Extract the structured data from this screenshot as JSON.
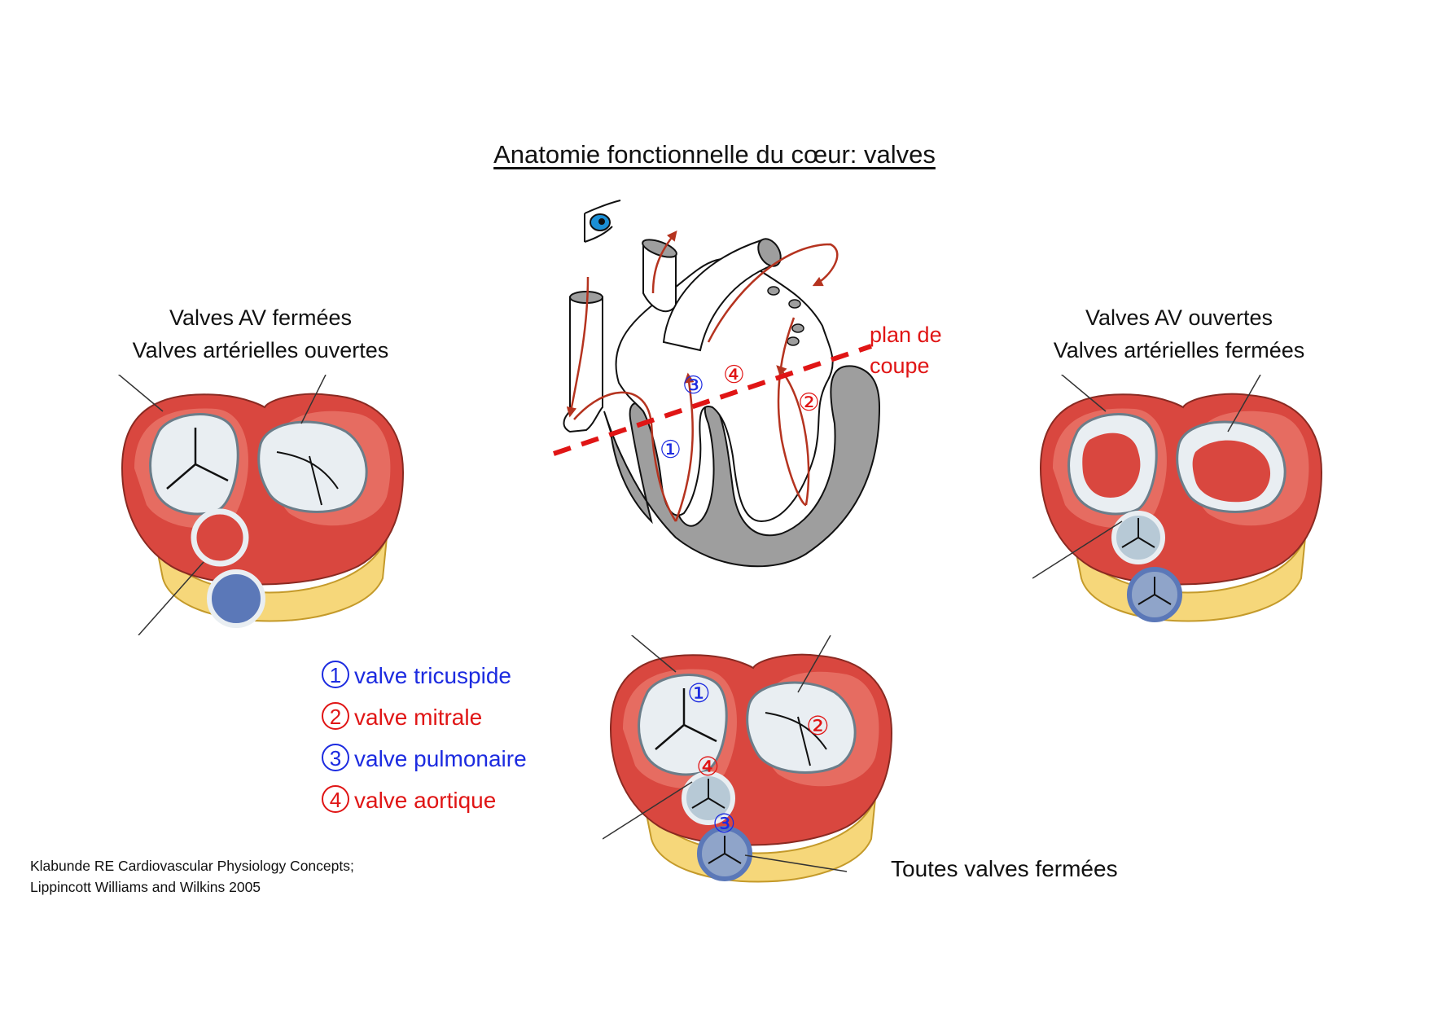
{
  "title": "Anatomie fonctionnelle du cœur: valves",
  "panels": {
    "left": {
      "line1": "Valves AV fermées",
      "line2": "Valves artérielles ouvertes"
    },
    "right": {
      "line1": "Valves AV ouvertes",
      "line2": "Valves artérielles fermées"
    },
    "bottom": {
      "label": "Toutes valves fermées"
    }
  },
  "cut_plane": {
    "line1": "plan de",
    "line2": "coupe"
  },
  "markers": {
    "m1": "①",
    "m2": "②",
    "m3": "③",
    "m4": "④"
  },
  "legend": [
    {
      "marker": "1",
      "text": "valve tricuspide",
      "color": "#1c2be0"
    },
    {
      "marker": "2",
      "text": "valve mitrale",
      "color": "#e01515"
    },
    {
      "marker": "3",
      "text": "valve pulmonaire",
      "color": "#1c2be0"
    },
    {
      "marker": "4",
      "text": "valve aortique",
      "color": "#e01515"
    }
  ],
  "reference": {
    "line1": "Klabunde RE Cardiovascular Physiology Concepts;",
    "line2": "Lippincott Williams and Wilkins 2005"
  },
  "colors": {
    "muscle": "#d9473f",
    "muscle_light": "#f08a7e",
    "fat": "#f6d77a",
    "valve_white": "#e9eef2",
    "pulmonary_blue": "#5b78b8",
    "marker_blue": "#1c2be0",
    "marker_red": "#e01515",
    "septum_gray": "#9e9e9e",
    "flow_arrow": "#b5331f"
  }
}
